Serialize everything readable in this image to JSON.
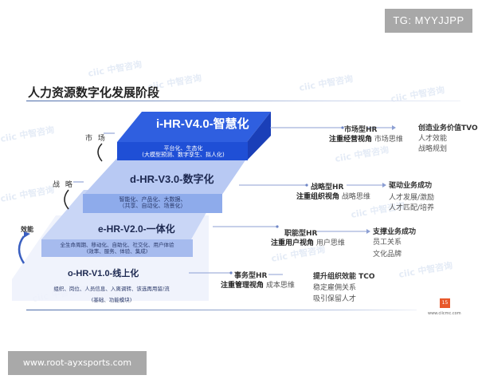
{
  "badges": {
    "telegram": "TG: MYYJJPP",
    "website": "www.root-ayxsports.com"
  },
  "slide": {
    "title": "人力资源数字化发展阶段",
    "page_number": "15",
    "footer_url": "www.ciicmc.com",
    "watermark": "ciic 中智咨询"
  },
  "side_labels": {
    "market": "市 场",
    "strategy": "战 略",
    "efficiency": "效能"
  },
  "layers": [
    {
      "name": "i-HR-V4.0-智慧化",
      "line1": "平台化、生态化",
      "line2": "(大模型预测、数字孪生、拟人化)",
      "color": "#1f4fd6"
    },
    {
      "name": "d-HR-V3.0-数字化",
      "line1": "智能化、产品化、大数据、",
      "line2": "（共享、自动化、场景化）",
      "color": "#a9bdf0"
    },
    {
      "name": "e-HR-V2.0-一体化",
      "line1": "全生命周期、移动化、自助化、社交化、用户体验",
      "line2": "(效率、服务、体验、集成)",
      "color": "#c3d1f5"
    },
    {
      "name": "o-HR-V1.0-线上化",
      "line1": "组织、岗位、人员信息、入离调转、该选再用留/流",
      "line2": "(基础、功能模块)",
      "color": "#e4ebfb"
    }
  ],
  "roles": [
    {
      "title": "市场型HR",
      "focus": "注重经营视角",
      "mindset": "市场思维"
    },
    {
      "title": "战略型HR",
      "focus": "注重组织视角",
      "mindset": "战略思维"
    },
    {
      "title": "职能型HR",
      "focus": "注重用户视角",
      "mindset": "用户思维"
    },
    {
      "title": "事务型HR",
      "focus": "注重管理视角",
      "mindset": "成本思维"
    }
  ],
  "outcomes": [
    {
      "title": "创造业务价值TVO",
      "items": [
        "人才效能",
        "战略规划"
      ]
    },
    {
      "title": "驱动业务成功",
      "items": [
        "人才发展/激励",
        "人才匹配/培养"
      ]
    },
    {
      "title": "支撑业务成功",
      "items": [
        "员工关系",
        "文化品牌"
      ]
    },
    {
      "title": "提升组织效能 TCO",
      "items": [
        "稳定雇佣关系",
        "吸引保留人才"
      ]
    }
  ],
  "colors": {
    "accent_blue": "#1f4fd6",
    "connector": "#7f95cf",
    "page_badge": "#e8582a",
    "badge_gray": "#a8a8a8"
  }
}
